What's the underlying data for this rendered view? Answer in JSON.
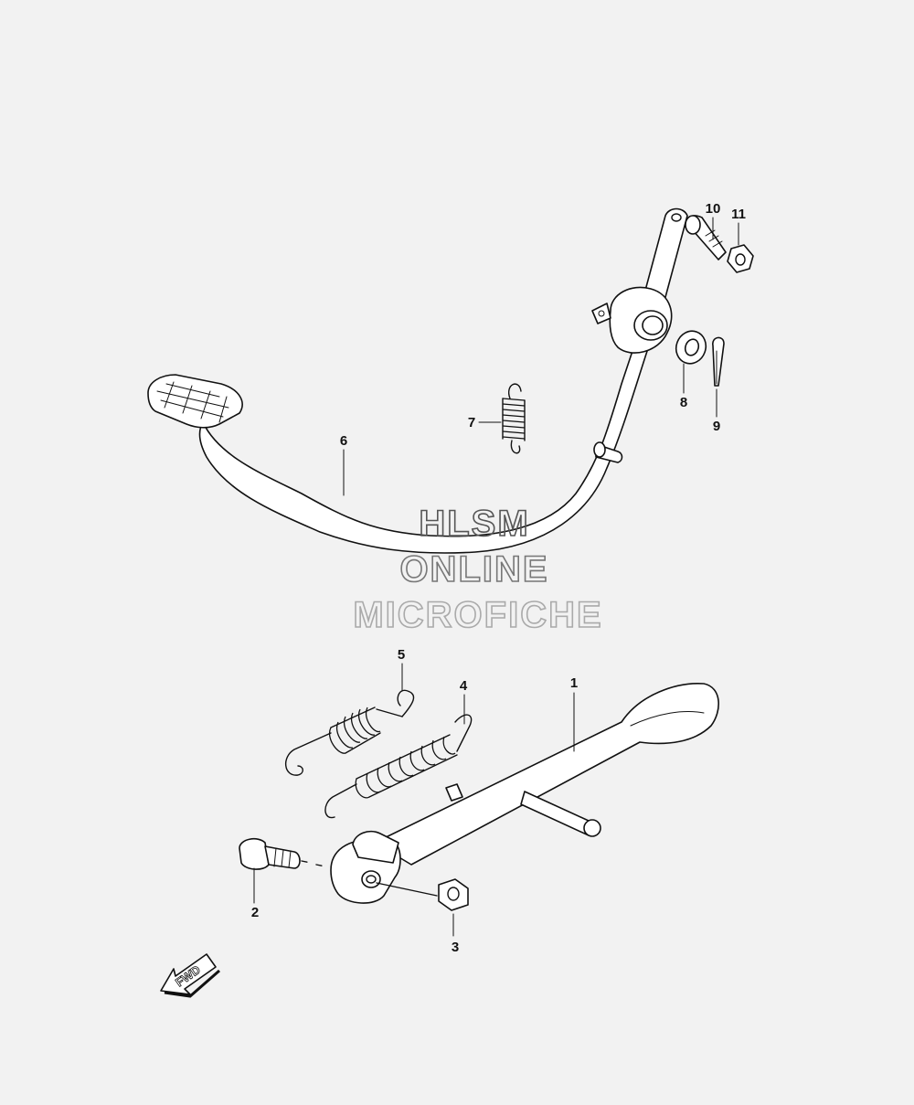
{
  "callouts": [
    {
      "id": "1",
      "label": "1"
    },
    {
      "id": "2",
      "label": "2"
    },
    {
      "id": "3",
      "label": "3"
    },
    {
      "id": "4",
      "label": "4"
    },
    {
      "id": "5",
      "label": "5"
    },
    {
      "id": "6",
      "label": "6"
    },
    {
      "id": "7",
      "label": "7"
    },
    {
      "id": "8",
      "label": "8"
    },
    {
      "id": "9",
      "label": "9"
    },
    {
      "id": "10",
      "label": "10"
    },
    {
      "id": "11",
      "label": "11"
    }
  ],
  "watermark": {
    "line1": "HLSM",
    "line2": "ONLINE",
    "line3": "MICROFICHE"
  },
  "fwd_label": "FWD",
  "colors": {
    "background": "#f2f2f2",
    "ink": "#111111",
    "watermark_dark": "#555555",
    "watermark_light": "#aaaaaa"
  }
}
